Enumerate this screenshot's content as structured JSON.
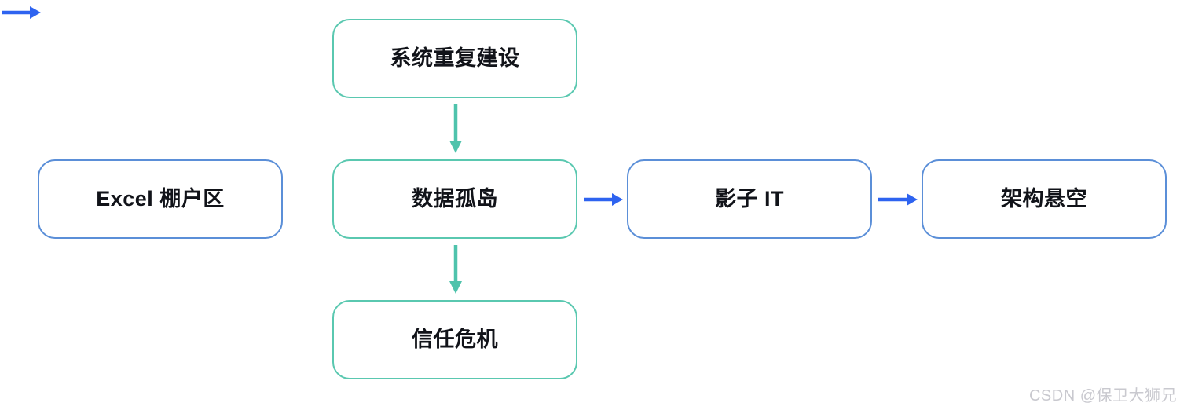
{
  "diagram": {
    "type": "flowchart",
    "background_color": "#ffffff",
    "palette": {
      "blue_border": "#5B8FD8",
      "teal_border": "#5AC8B0",
      "blue_arrow": "#2E63F0",
      "teal_arrow": "#4FC3AC",
      "text": "#111319",
      "watermark": "#c9c9cf"
    },
    "nodes": [
      {
        "id": "excel",
        "label": "Excel 棚户区",
        "accent": "blue"
      },
      {
        "id": "dup_system",
        "label": "系统重复建设",
        "accent": "teal"
      },
      {
        "id": "data_silo",
        "label": "数据孤岛",
        "accent": "teal"
      },
      {
        "id": "trust",
        "label": "信任危机",
        "accent": "teal"
      },
      {
        "id": "shadow_it",
        "label": "影子 IT",
        "accent": "blue"
      },
      {
        "id": "arch",
        "label": "架构悬空",
        "accent": "blue"
      }
    ],
    "edges": [
      {
        "id": "excel_to_silo",
        "from": "excel",
        "to": "data_silo",
        "direction": "right",
        "color": "blue"
      },
      {
        "id": "silo_to_shadow",
        "from": "data_silo",
        "to": "shadow_it",
        "direction": "right",
        "color": "blue"
      },
      {
        "id": "shadow_to_arch",
        "from": "shadow_it",
        "to": "arch",
        "direction": "right",
        "color": "blue"
      },
      {
        "id": "dup_to_silo",
        "from": "dup_system",
        "to": "data_silo",
        "direction": "down",
        "color": "teal"
      },
      {
        "id": "silo_to_trust",
        "from": "data_silo",
        "to": "trust",
        "direction": "down",
        "color": "teal"
      }
    ]
  },
  "watermark": {
    "text": "CSDN @保卫大狮兄"
  }
}
